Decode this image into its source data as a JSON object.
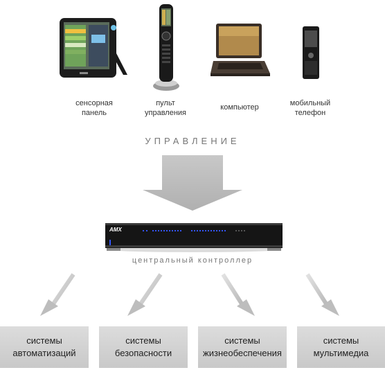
{
  "devices": [
    {
      "id": "touch-panel",
      "label": "сенсорная\nпанель"
    },
    {
      "id": "remote",
      "label": "пульт\nуправления"
    },
    {
      "id": "computer",
      "label": "компьютер"
    },
    {
      "id": "mobile",
      "label": "мобильный\nтелефон"
    }
  ],
  "control_title": "УПРАВЛЕНИЕ",
  "controller": {
    "brand": "AMX",
    "label": "центральный контроллер"
  },
  "systems": [
    {
      "label": "системы\nавтоматизаций"
    },
    {
      "label": "системы\nбезопасности"
    },
    {
      "label": "системы\nжизнеобеспечения"
    },
    {
      "label": "системы\nмультимедиа"
    }
  ],
  "colors": {
    "arrow": "#bdbdbd",
    "box": "#d4d4d4",
    "led": "#3355ff"
  }
}
